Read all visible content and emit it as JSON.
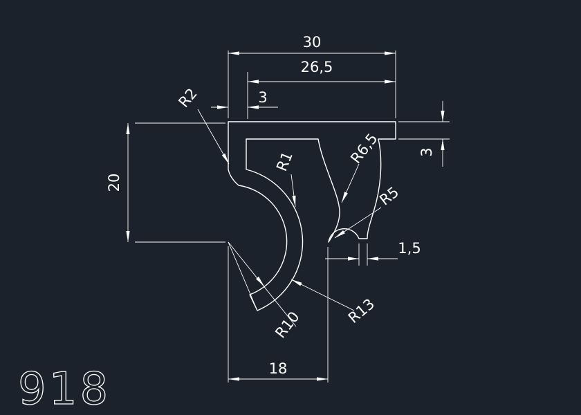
{
  "app": {
    "type": "cad-profile-drawing"
  },
  "colors": {
    "background": "#1b222b",
    "line": "#ffffff"
  },
  "drawing": {
    "part_number": "918",
    "linear_dimensions": {
      "total_width": "30",
      "flange_width": "26,5",
      "leg_thickness": "3",
      "left_height": "20",
      "flange_thickness": "3",
      "hook_tip_thickness": "1,5",
      "bottom_width": "18"
    },
    "radius_dimensions": {
      "r2": "R2",
      "r1": "R1",
      "r6_5": "R6,5",
      "r5": "R5",
      "r13": "R13",
      "r10": "R10"
    }
  }
}
